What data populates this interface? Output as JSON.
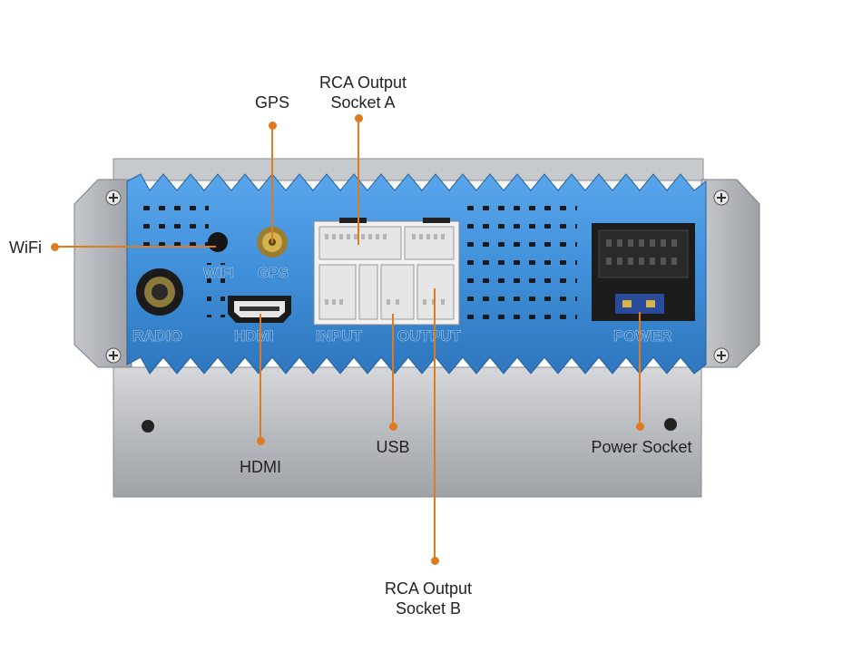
{
  "accent_color": "#e07a1f",
  "panel_color": "#3f8fd8",
  "callouts": {
    "wifi": "WiFi",
    "gps": "GPS",
    "rca_a_line1": "RCA Output",
    "rca_a_line2": "Socket A",
    "hdmi": "HDMI",
    "usb": "USB",
    "power_socket": "Power Socket",
    "rca_b_line1": "RCA Output",
    "rca_b_line2": "Socket B"
  },
  "panel_markings": {
    "radio": "RADIO",
    "wifi": "WIFI",
    "gps": "GPS",
    "hdmi": "HDMI",
    "input": "INPUT",
    "output": "OUTPUT",
    "power": "POWER"
  }
}
